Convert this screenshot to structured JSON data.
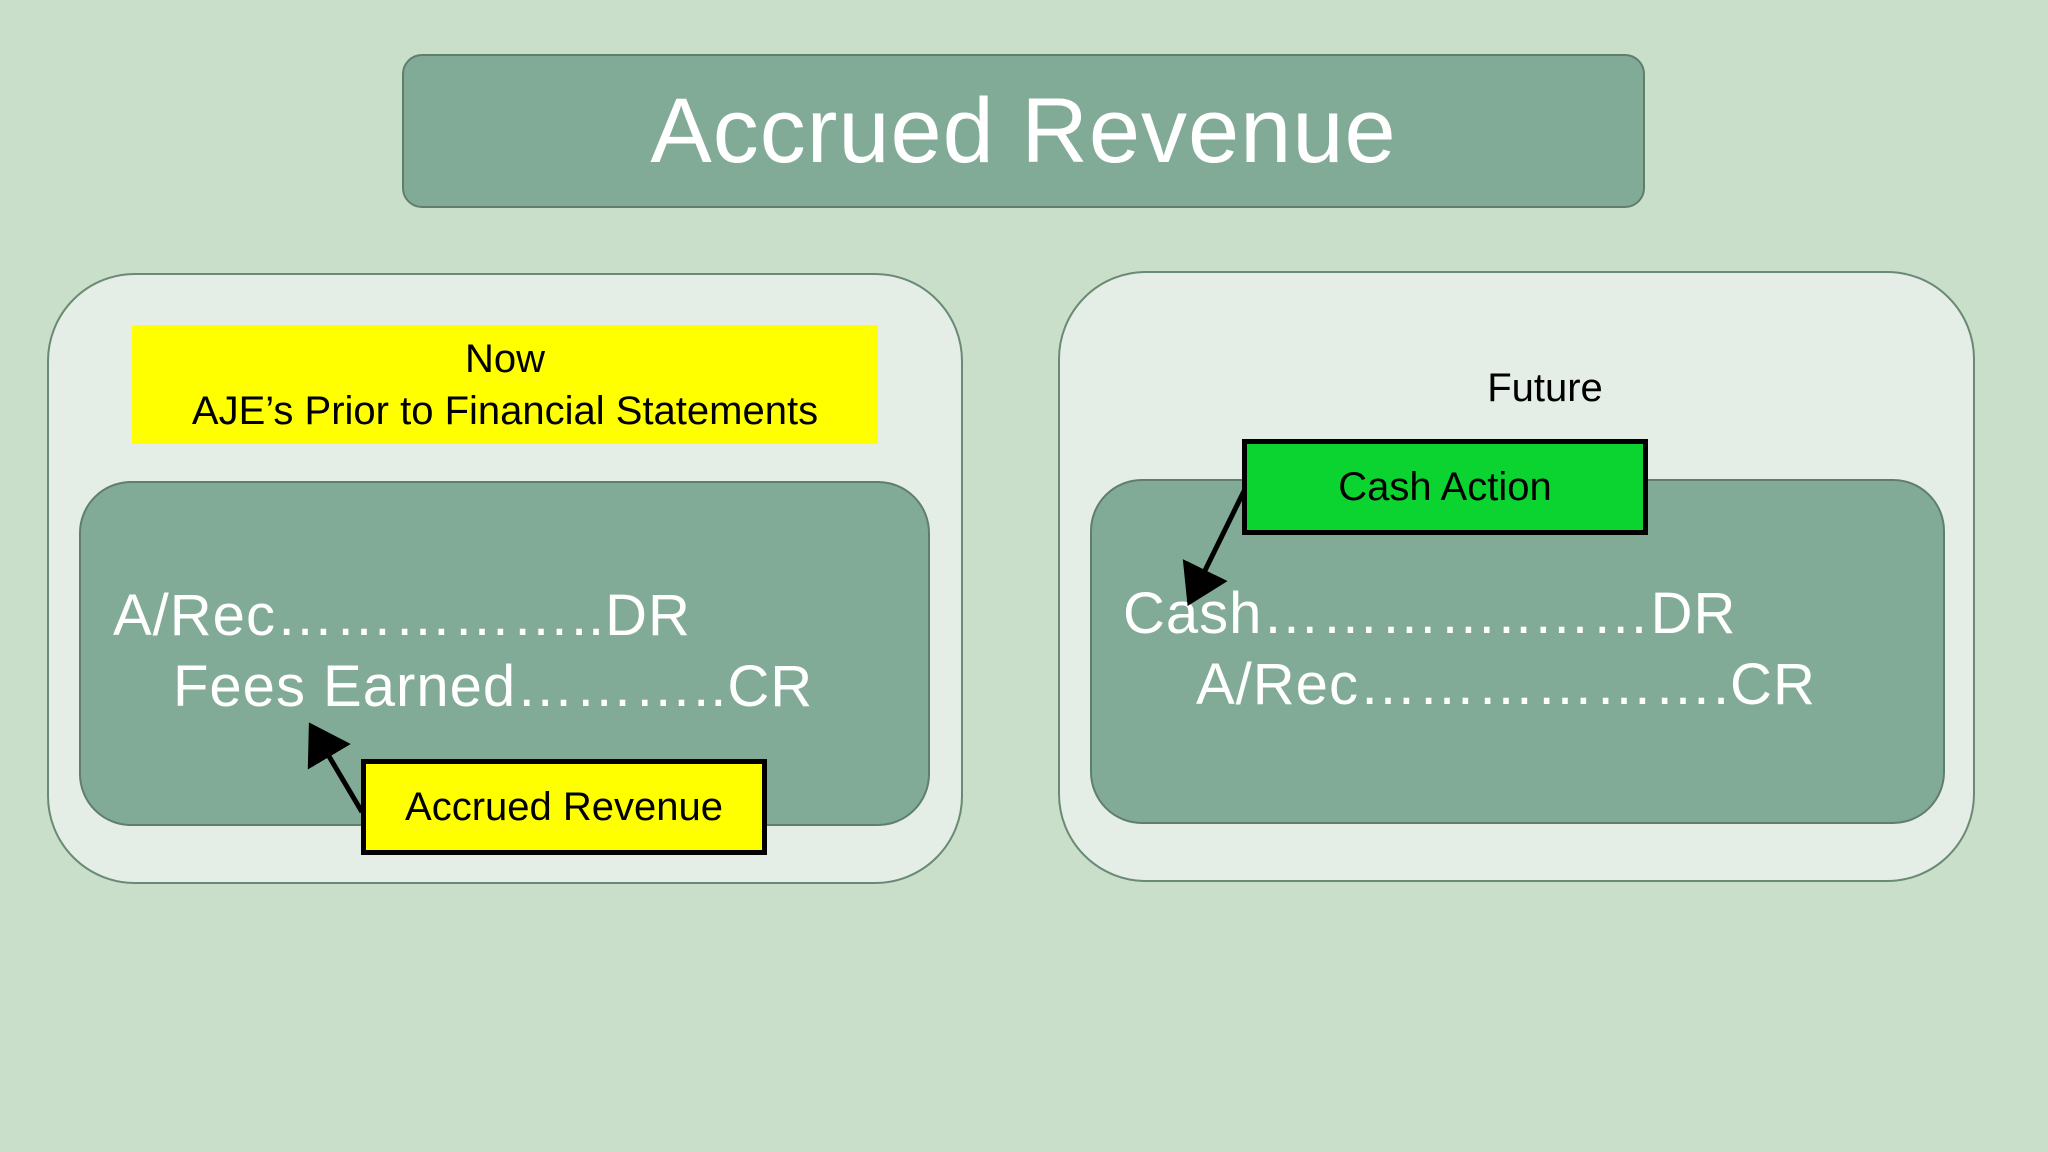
{
  "title": "Accrued Revenue",
  "left_panel": {
    "banner_line1": "Now",
    "banner_line2": "AJE’s Prior to Financial Statements",
    "entry_debit": "A/Rec……………..DR",
    "entry_credit": "Fees Earned………..CR",
    "callout": "Accrued Revenue"
  },
  "right_panel": {
    "label": "Future",
    "entry_debit": "Cash…………..……DR",
    "entry_credit": "A/Rec……………….CR",
    "callout": "Cash Action"
  },
  "colors": {
    "background": "#c9dfc9",
    "box_fill": "#82ab97",
    "panel_fill": "#e4eee6",
    "highlight_yellow": "#ffff00",
    "highlight_green": "#0bd431"
  }
}
